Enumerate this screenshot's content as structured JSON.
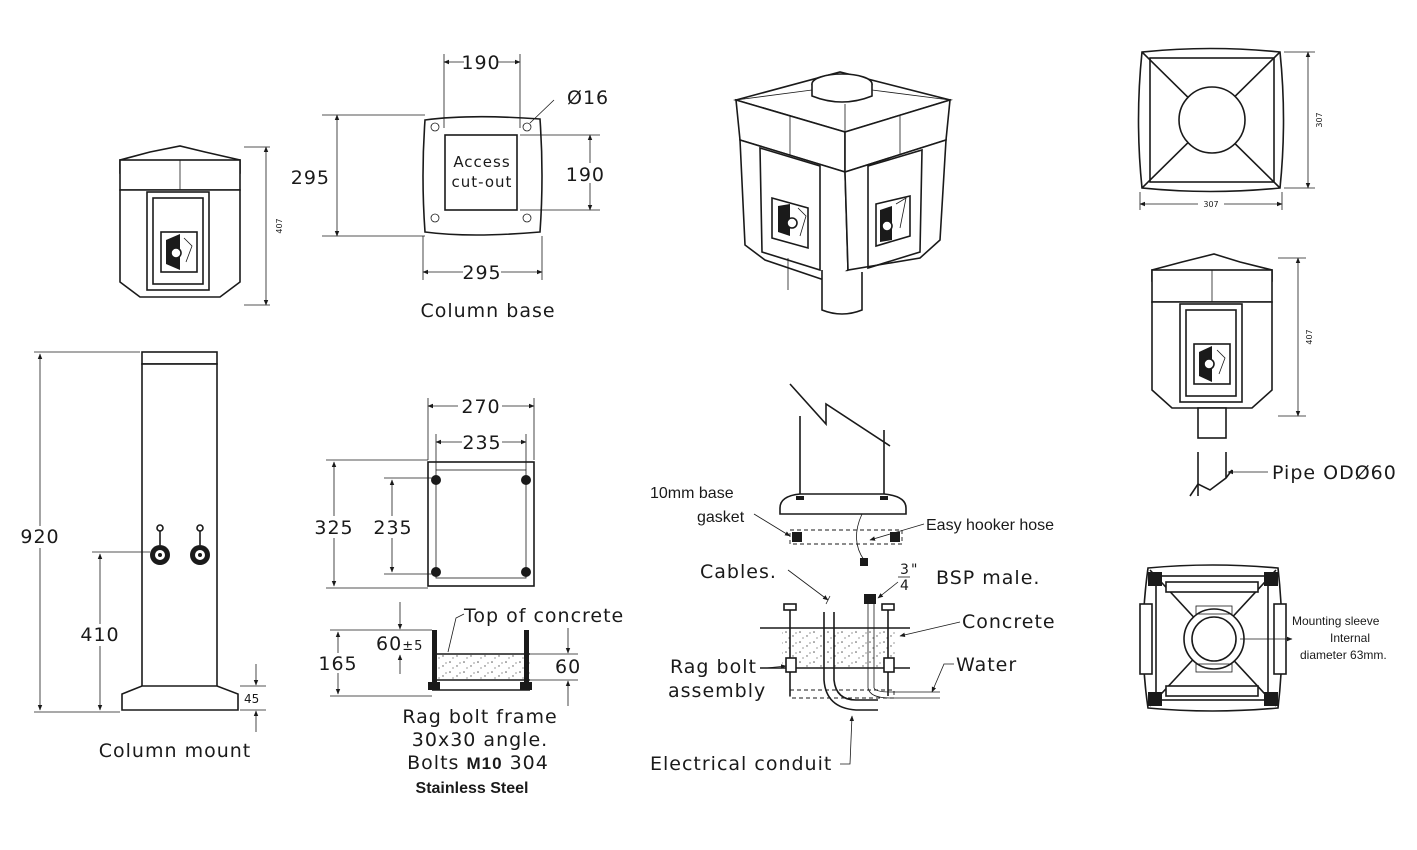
{
  "cabinet_front_small": {
    "height_dim": "407"
  },
  "column_base": {
    "caption": "Column base",
    "top_width": "190",
    "hole_dia": "Ø16",
    "height": "295",
    "cutout_label_1": "Access",
    "cutout_label_2": "cut-out",
    "cutout_height": "190",
    "bottom_width": "295"
  },
  "top_view": {
    "height_dim": "307",
    "width_dim": "307"
  },
  "cabinet_front_pipe": {
    "height_dim": "407",
    "pipe_label": "Pipe ODØ60"
  },
  "column_mount": {
    "caption": "Column mount",
    "total_height": "920",
    "outlet_height": "410",
    "base_height": "45"
  },
  "rag_frame": {
    "outer_width": "270",
    "inner_width": "235",
    "outer_height": "325",
    "inner_height": "235",
    "top_of_concrete": "Top of concrete",
    "embed_depth": "60",
    "embed_tol": "±5",
    "total_depth": "165",
    "concrete_depth": "60",
    "caption_1": "Rag bolt frame",
    "caption_2": "30x30 angle.",
    "caption_3a": "Bolts",
    "caption_3b": "M10",
    "caption_3c": "304",
    "caption_4": "Stainless Steel"
  },
  "installation": {
    "gasket_1": "10mm base",
    "gasket_2": "gasket",
    "hose": "Easy hooker hose",
    "cables": "Cables.",
    "frac_num": "3",
    "frac_den": "4",
    "frac_mark": "\"",
    "bsp": "BSP male.",
    "concrete": "Concrete",
    "rag_1": "Rag bolt",
    "rag_2": "assembly",
    "water": "Water",
    "conduit": "Electrical conduit"
  },
  "bottom_view": {
    "note_1": "Mounting sleeve",
    "note_2": "Internal",
    "note_3": "diameter 63mm."
  }
}
